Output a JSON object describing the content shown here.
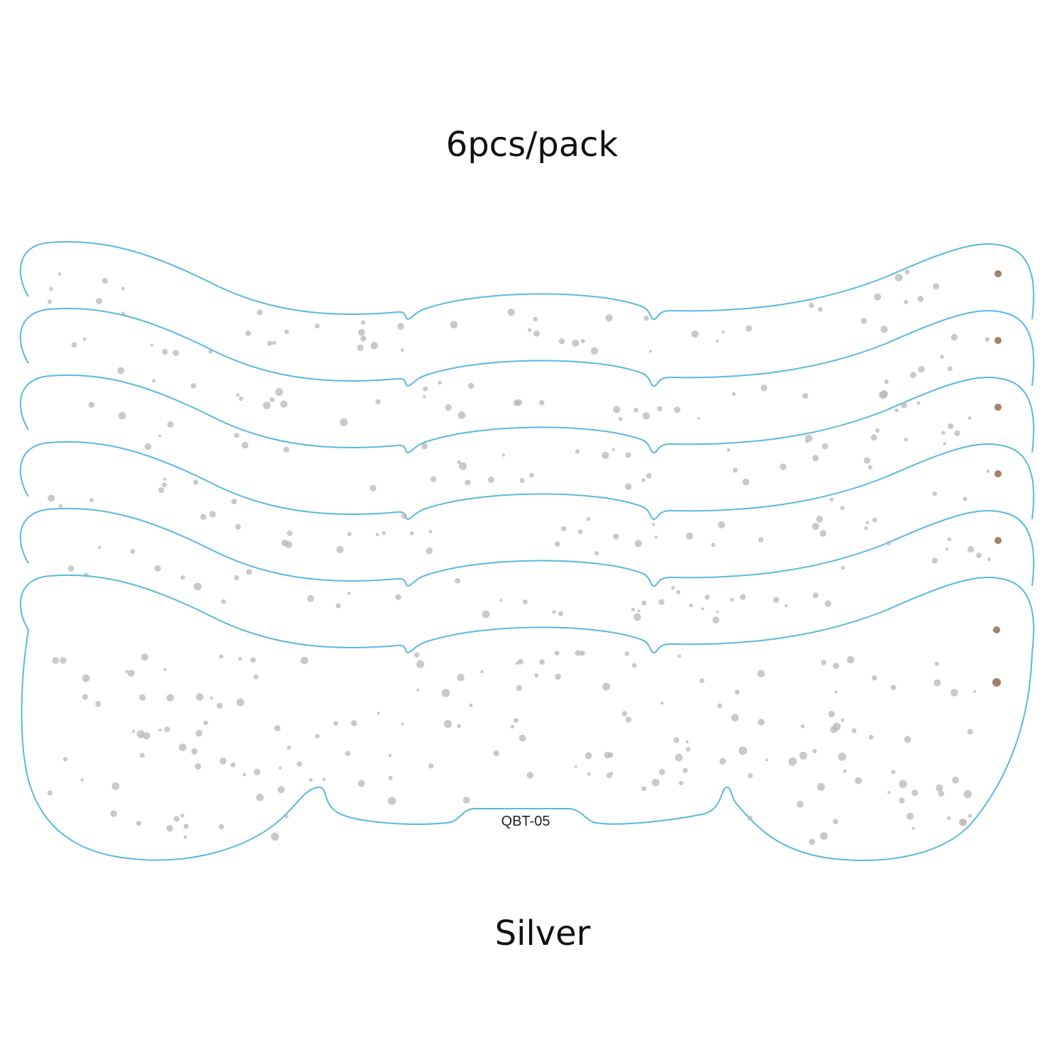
{
  "heading": "6pcs/pack",
  "product_code": "QBT-05",
  "color_name": "Silver",
  "patch_count": 6,
  "colors": {
    "outline": "#5bb8dd",
    "rhinestone": "#b7b7b7",
    "brown_dot": "#9c7b66",
    "background": "#ffffff"
  }
}
